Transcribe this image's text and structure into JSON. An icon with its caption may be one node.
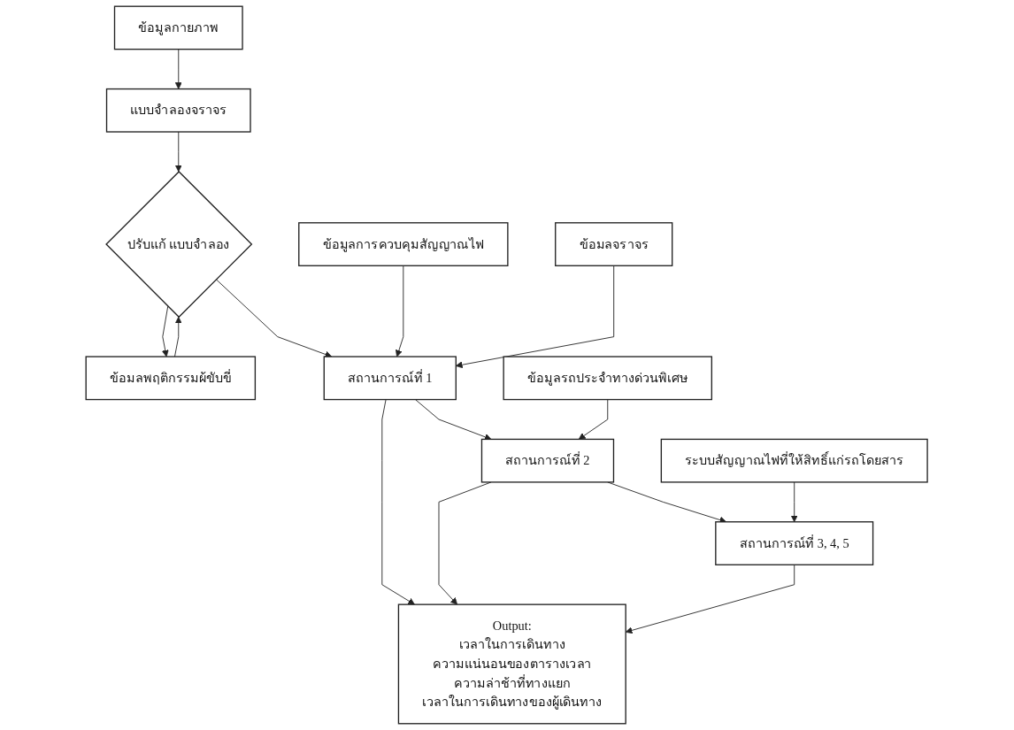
{
  "diagram": {
    "nodes": [
      {
        "text": [
          "ข้อมูลกายภาพ"
        ]
      },
      {
        "text": [
          "แบบจำลองจราจร"
        ]
      },
      {
        "text": [
          "ข้อมลพฤติกรรมผ้ขับขี่"
        ]
      },
      {
        "text": [
          "ปรับแก้ แบบจำลอง"
        ]
      },
      {
        "text": [
          "ข้อมูลการควบคุมสัญญาณไฟ"
        ]
      },
      {
        "text": [
          "ข้อมลจราจร"
        ]
      },
      {
        "text": [
          "สถานการณ์ที่ 1"
        ]
      },
      {
        "text": [
          "ข้อมูลรถประจำทางด่วนพิเศษ"
        ]
      },
      {
        "text": [
          "สถานการณ์ที่ 2"
        ]
      },
      {
        "text": [
          "ระบบสัญญาณไฟที่ให้สิทธิ์แก่รถโดยสาร"
        ]
      },
      {
        "text": [
          "สถานการณ์ที่ 3, 4, 5"
        ]
      },
      {
        "text": [
          "Output:",
          "เวลาในการเดินทาง",
          "ความแน่นอนของตารางเวลา",
          "ความล่าช้าที่ทางแยก",
          "เวลาในการเดินทางของผู้เดินทาง"
        ]
      }
    ],
    "edges": [
      {
        "from": 0,
        "to": 1,
        "arrow": "to"
      },
      {
        "from": 1,
        "to": 3,
        "arrow": "to"
      },
      {
        "from": 2,
        "to": 3,
        "arrow": "to"
      },
      {
        "from": 3,
        "to": 2,
        "arrow": "to"
      },
      {
        "from": 3,
        "to": 6,
        "arrow": "to"
      },
      {
        "from": 4,
        "to": 6,
        "arrow": "to"
      },
      {
        "from": 5,
        "to": 6,
        "arrow": "to"
      },
      {
        "from": 6,
        "to": 8,
        "arrow": "to"
      },
      {
        "from": 7,
        "to": 8,
        "arrow": "to"
      },
      {
        "from": 8,
        "to": 10,
        "arrow": "to"
      },
      {
        "from": 9,
        "to": 10,
        "arrow": "to"
      },
      {
        "from": 6,
        "to": 11,
        "arrow": "to"
      },
      {
        "from": 8,
        "to": 11,
        "arrow": "to"
      },
      {
        "from": 10,
        "to": 11,
        "arrow": "to"
      }
    ]
  }
}
